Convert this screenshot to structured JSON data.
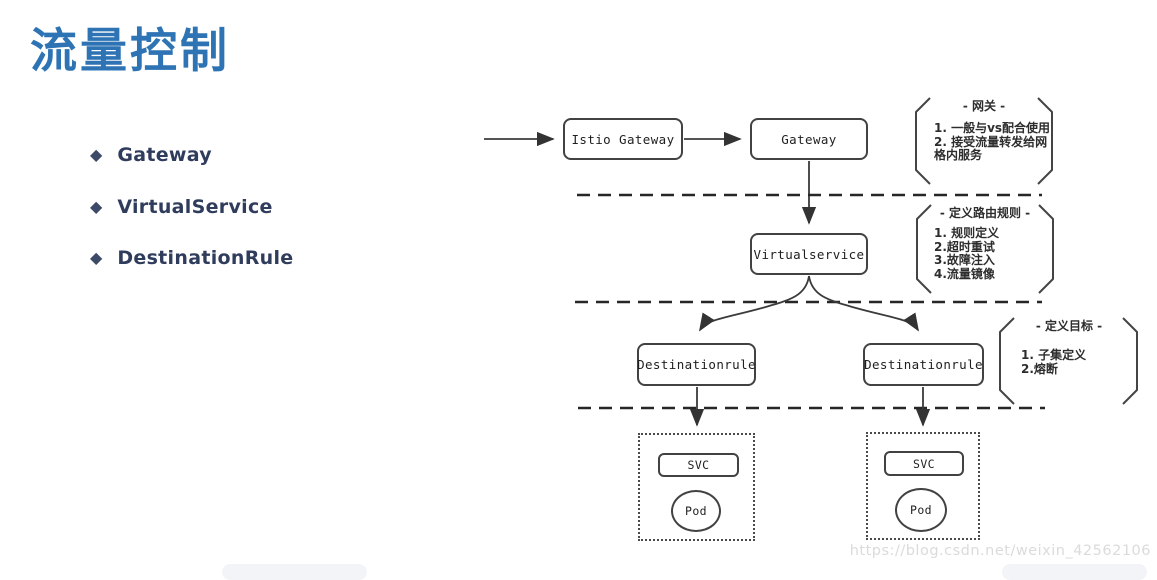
{
  "page": {
    "title": "流量控制",
    "watermark": "https://blog.csdn.net/weixin_42562106"
  },
  "bullets": [
    {
      "label": "Gateway"
    },
    {
      "label": "VirtualService"
    },
    {
      "label": "DestinationRule"
    }
  ],
  "diagram": {
    "nodes": {
      "istio_gateway": "Istio Gateway",
      "gateway": "Gateway",
      "virtualservice": "Virtualservice",
      "destinationrule_left": "Destinationrule",
      "destinationrule_right": "Destinationrule",
      "svc_left": "SVC",
      "svc_right": "SVC",
      "pod_left": "Pod",
      "pod_right": "Pod"
    },
    "annotations": [
      {
        "title": "- 网关 -",
        "items": [
          "1. 一般与vs配合使用",
          "2. 接受流量转发给网格内服务"
        ]
      },
      {
        "title": "- 定义路由规则 -",
        "items": [
          "1. 规则定义",
          "2.超时重试",
          "3.故障注入",
          "4.流量镜像"
        ]
      },
      {
        "title": "- 定义目标 -",
        "items": [
          "1. 子集定义",
          "2.熔断"
        ]
      }
    ]
  },
  "colors": {
    "title_blue": "#2e74b5",
    "bullet_navy": "#2f3c5c",
    "diagram_stroke": "#3b3b3b",
    "watermark_gray": "#dbdbdb"
  }
}
